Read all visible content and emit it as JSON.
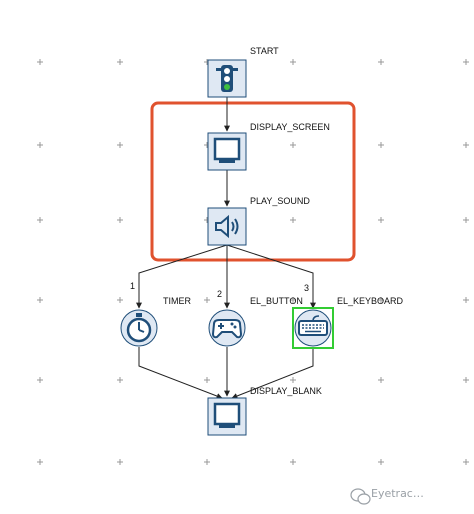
{
  "nodes": {
    "start": {
      "label": "START",
      "icon": "traffic-light-icon"
    },
    "display_screen": {
      "label": "DISPLAY_SCREEN",
      "icon": "monitor-icon"
    },
    "play_sound": {
      "label": "PLAY_SOUND",
      "icon": "speaker-icon"
    },
    "timer": {
      "label": "TIMER",
      "icon": "stopwatch-icon"
    },
    "el_button": {
      "label": "EL_BUTTON",
      "icon": "gamepad-icon"
    },
    "el_keyboard": {
      "label": "EL_KEYBOARD",
      "icon": "keyboard-icon"
    },
    "display_blank": {
      "label": "DISPLAY_BLANK",
      "icon": "monitor-icon"
    }
  },
  "branches": [
    "1",
    "2",
    "3"
  ],
  "watermark": "Eyetrac…",
  "colors": {
    "highlight_box": "#e0522e",
    "selected_border": "#33cc33",
    "icon_fill": "#1f4e79",
    "icon_bg": "#dfe8f3",
    "edge": "#222222",
    "grid_cross": "#999999"
  }
}
